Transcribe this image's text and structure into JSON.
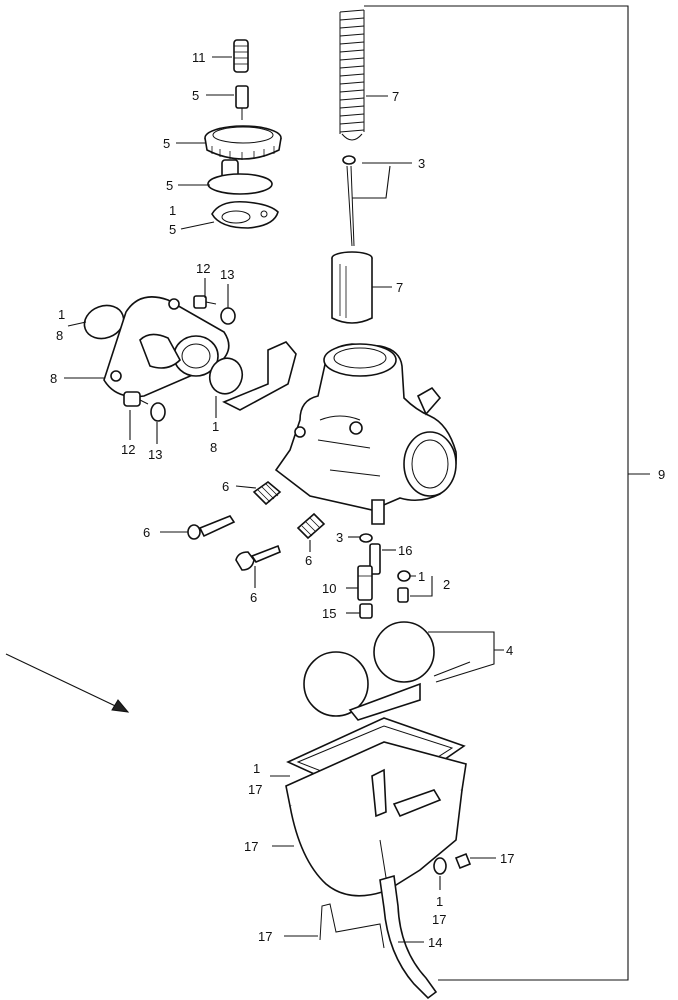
{
  "callouts": {
    "c11": "11",
    "c5a": "5",
    "c5b": "5",
    "c5c": "5",
    "c1a": "1",
    "c5d": "5",
    "c7a": "7",
    "c3a": "3",
    "c7b": "7",
    "c12a": "12",
    "c13a": "13",
    "c1b": "1",
    "c8a": "8",
    "c8b": "8",
    "c12b": "12",
    "c13b": "13",
    "c1c": "1",
    "c8c": "8",
    "c9": "9",
    "c6a": "6",
    "c6b": "6",
    "c6c": "6",
    "c6d": "6",
    "c3b": "3",
    "c16": "16",
    "c1d": "1",
    "c2": "2",
    "c10": "10",
    "c15": "15",
    "c4": "4",
    "c1e": "1",
    "c17a": "17",
    "c17b": "17",
    "c17c": "17",
    "c1f": "1",
    "c17d": "17",
    "c17e": "17",
    "c14": "14"
  }
}
